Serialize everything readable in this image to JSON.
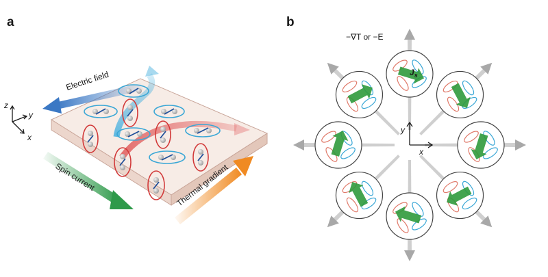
{
  "panels": {
    "a": {
      "label": "a",
      "axes": {
        "z": "z",
        "y": "y",
        "x": "x"
      },
      "labels": {
        "electric_field": "Electric field",
        "spin_current": "Spin current",
        "thermal_gradient": "Thermal gradient"
      },
      "colors": {
        "electric_field": "#3b78c4",
        "spin_current": "#2e9a4a",
        "thermal_gradient": "#f08a22",
        "red_ellipse": "#d23a3a",
        "blue_ellipse": "#3aa7d6"
      }
    },
    "b": {
      "label": "b",
      "gradient_label": "−∇T or −E",
      "axes": {
        "x": "x",
        "y": "y"
      },
      "js_label": "J",
      "js_sub": "s",
      "colors": {
        "circle": "#444444",
        "spin_arrow": "#2f9a3c",
        "radial_arrow": "#a8a8a8"
      }
    }
  }
}
